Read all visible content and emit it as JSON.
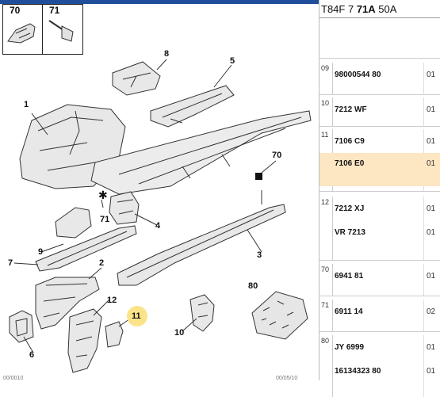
{
  "header": {
    "prefix": "T84F 7",
    "bold": "71A",
    "suffix": "50A"
  },
  "diagram": {
    "ref_labels": [
      "70",
      "71"
    ],
    "callouts": [
      "1",
      "2",
      "3",
      "4",
      "5",
      "6",
      "7",
      "8",
      "9",
      "10",
      "11",
      "12",
      "70",
      "71",
      "80"
    ],
    "footer_left": "00/0010",
    "footer_right": "00/05/10"
  },
  "groups": [
    {
      "num": "09",
      "rows": [
        {
          "code": "98000544 80",
          "qty": "01"
        }
      ]
    },
    {
      "num": "10",
      "rows": [
        {
          "code": "7212 WF",
          "qty": "01"
        }
      ]
    },
    {
      "num": "11",
      "rows": [
        {
          "code": "7106 C9",
          "qty": "01"
        },
        {
          "code": "7106 E0",
          "qty": "01",
          "selected": true
        }
      ]
    },
    {
      "num": "12",
      "rows": [
        {
          "code": "7212 XJ",
          "qty": "01"
        },
        {
          "code": "VR 7213",
          "qty": "01"
        }
      ]
    },
    {
      "num": "70",
      "rows": [
        {
          "code": "6941 81",
          "qty": "01"
        }
      ]
    },
    {
      "num": "71",
      "rows": [
        {
          "code": "6911 14",
          "qty": "02"
        }
      ]
    },
    {
      "num": "80",
      "rows": [
        {
          "code": "JY 6999",
          "qty": "01"
        },
        {
          "code": "16134323 80",
          "qty": "01"
        }
      ]
    }
  ],
  "colors": {
    "accent": "#1f4f9a",
    "selected_row": "#fde6c2",
    "callout_highlight": "#fbe38a"
  }
}
